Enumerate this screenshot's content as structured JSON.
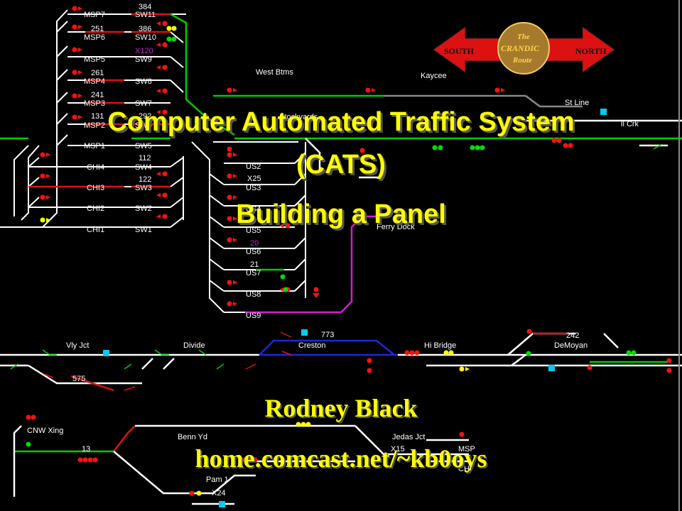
{
  "logo": {
    "south": "SOUTH",
    "north": "NORTH",
    "line1": "The",
    "line2": "CRANDIC",
    "line3": "Route"
  },
  "title": {
    "line1": "Computer Automated Traffic System",
    "line2": "(CATS)",
    "line3": "Building a Panel"
  },
  "author": {
    "name": "Rodney Black",
    "url": "home.comcast.net/~kb0oys"
  },
  "yard_tracks_left": {
    "names": [
      "MSP7",
      "MSP6",
      "MSP5",
      "MSP4",
      "MSP3",
      "MSP2",
      "MSP1",
      "CHI4",
      "CHI3",
      "CHI2",
      "CHI1"
    ],
    "switches": [
      "SW11",
      "SW10",
      "SW9",
      "SW8",
      "SW7",
      "SW6",
      "SW5",
      "SW4",
      "SW3",
      "SW2",
      "SW1"
    ],
    "train_ids": [
      "384",
      "251",
      "386",
      "X120",
      "261",
      "241",
      "131",
      "292",
      "112",
      "122"
    ]
  },
  "yard_tracks_mid": {
    "names": [
      "US2",
      "US3",
      "US4",
      "US5",
      "US6",
      "US7",
      "US8",
      "US9"
    ],
    "train_ids": [
      "X25",
      "20",
      "21"
    ]
  },
  "stations": {
    "west_btms": "West Btms",
    "kaycee": "Kaycee",
    "st_line": "St Line",
    "stockyards": "Stockyards",
    "ferry_dock": "Ferry Dock",
    "vly_jct": "Vly Jct",
    "divide": "Divide",
    "creston": "Creston",
    "hi_bridge": "Hi Bridge",
    "demoyan": "DeMoyan",
    "cnw_xing": "CNW Xing",
    "benn_yd": "Benn Yd",
    "jedas_jct": "Jedas Jct",
    "pam1": "Pam 1",
    "msp": "MSP",
    "chi": "CHI",
    "clip_right": "ll Crk"
  },
  "lower_train_ids": [
    "773",
    "575",
    "242",
    "13",
    "X15",
    "X24"
  ],
  "colors": {
    "track_white": "#ffffff",
    "track_green": "#00cc00",
    "track_red": "#dd1111",
    "track_magenta": "#cc22cc",
    "track_blue": "#1a2ad8",
    "track_grey": "#888888",
    "signal_red": "#ff1010",
    "signal_green": "#00dd00",
    "signal_yellow": "#ffff00",
    "indicator_cyan": "#00ccee",
    "title_yellow": "#ffff00"
  }
}
